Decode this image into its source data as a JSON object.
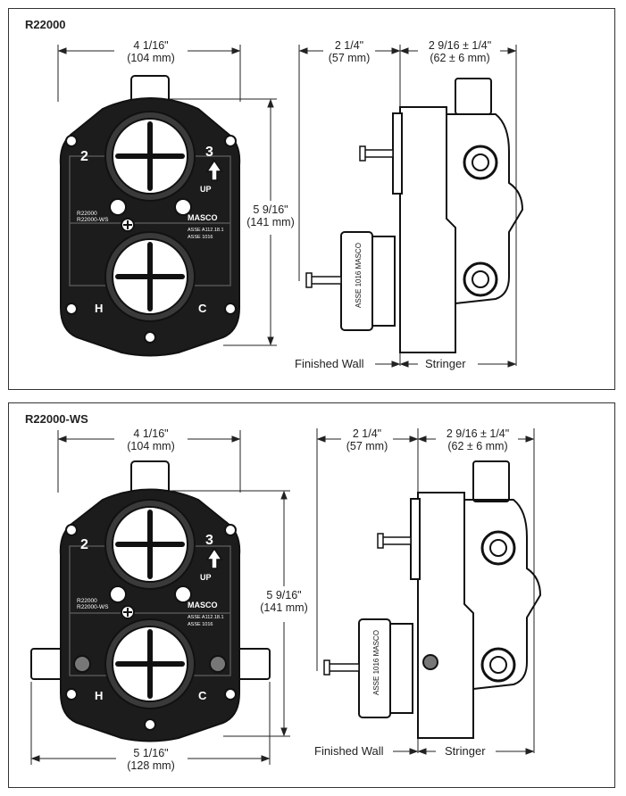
{
  "panels": [
    {
      "title": "R22000",
      "width_dim": {
        "imperial": "4 1/16\"",
        "metric": "(104 mm)"
      },
      "height_dim": {
        "imperial": "5 9/16\"",
        "metric": "(141 mm)"
      },
      "depth_left_dim": {
        "imperial": "2 1/4\"",
        "metric": "(57 mm)"
      },
      "depth_right_dim": {
        "imperial": "2 9/16 ± 1/4\"",
        "metric": "(62 ± 6 mm)"
      },
      "finished_wall_label": "Finished Wall",
      "stringer_label": "Stringer",
      "port_labels": [
        "2",
        "3",
        "UP",
        "H",
        "C"
      ],
      "body_markings": [
        "R22000",
        "R22000-WS",
        "MASCO",
        "ASSE A112.18.1",
        "ASSE 1016"
      ],
      "trim_marking": "ASSE 1016 MASCO"
    },
    {
      "title": "R22000-WS",
      "width_dim": {
        "imperial": "4 1/16\"",
        "metric": "(104 mm)"
      },
      "height_dim": {
        "imperial": "5 9/16\"",
        "metric": "(141 mm)"
      },
      "bottom_width_dim": {
        "imperial": "5 1/16\"",
        "metric": "(128 mm)"
      },
      "depth_left_dim": {
        "imperial": "2 1/4\"",
        "metric": "(57 mm)"
      },
      "depth_right_dim": {
        "imperial": "2 9/16 ± 1/4\"",
        "metric": "(62 ± 6 mm)"
      },
      "finished_wall_label": "Finished Wall",
      "stringer_label": "Stringer",
      "port_labels": [
        "2",
        "3",
        "UP",
        "H",
        "C"
      ],
      "body_markings": [
        "R22000",
        "R22000-WS",
        "MASCO",
        "ASSE A112.18.1",
        "ASSE 1016"
      ],
      "trim_marking": "ASSE 1016 MASCO"
    }
  ]
}
